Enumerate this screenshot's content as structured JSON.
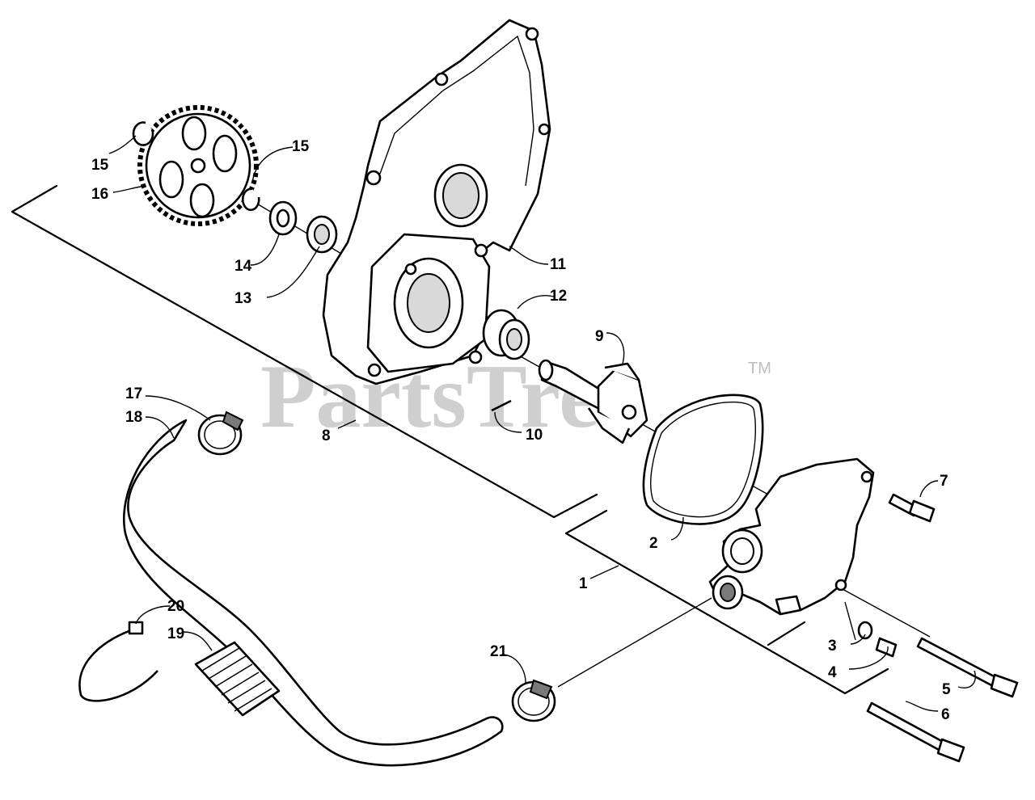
{
  "watermark": {
    "text": "PartsTree",
    "trademark": "TM",
    "color": "#cfcfcf"
  },
  "callouts": [
    {
      "id": "c1",
      "text": "1"
    },
    {
      "id": "c2",
      "text": "2"
    },
    {
      "id": "c3",
      "text": "3"
    },
    {
      "id": "c4",
      "text": "4"
    },
    {
      "id": "c5",
      "text": "5"
    },
    {
      "id": "c6",
      "text": "6"
    },
    {
      "id": "c7",
      "text": "7"
    },
    {
      "id": "c8",
      "text": "8"
    },
    {
      "id": "c9",
      "text": "9"
    },
    {
      "id": "c10",
      "text": "10"
    },
    {
      "id": "c11",
      "text": "11"
    },
    {
      "id": "c12",
      "text": "12"
    },
    {
      "id": "c13",
      "text": "13"
    },
    {
      "id": "c14",
      "text": "14"
    },
    {
      "id": "c15a",
      "text": "15"
    },
    {
      "id": "c15b",
      "text": "15"
    },
    {
      "id": "c16",
      "text": "16"
    },
    {
      "id": "c17",
      "text": "17"
    },
    {
      "id": "c18",
      "text": "18"
    },
    {
      "id": "c19",
      "text": "19"
    },
    {
      "id": "c20",
      "text": "20"
    },
    {
      "id": "c21",
      "text": "21"
    }
  ]
}
